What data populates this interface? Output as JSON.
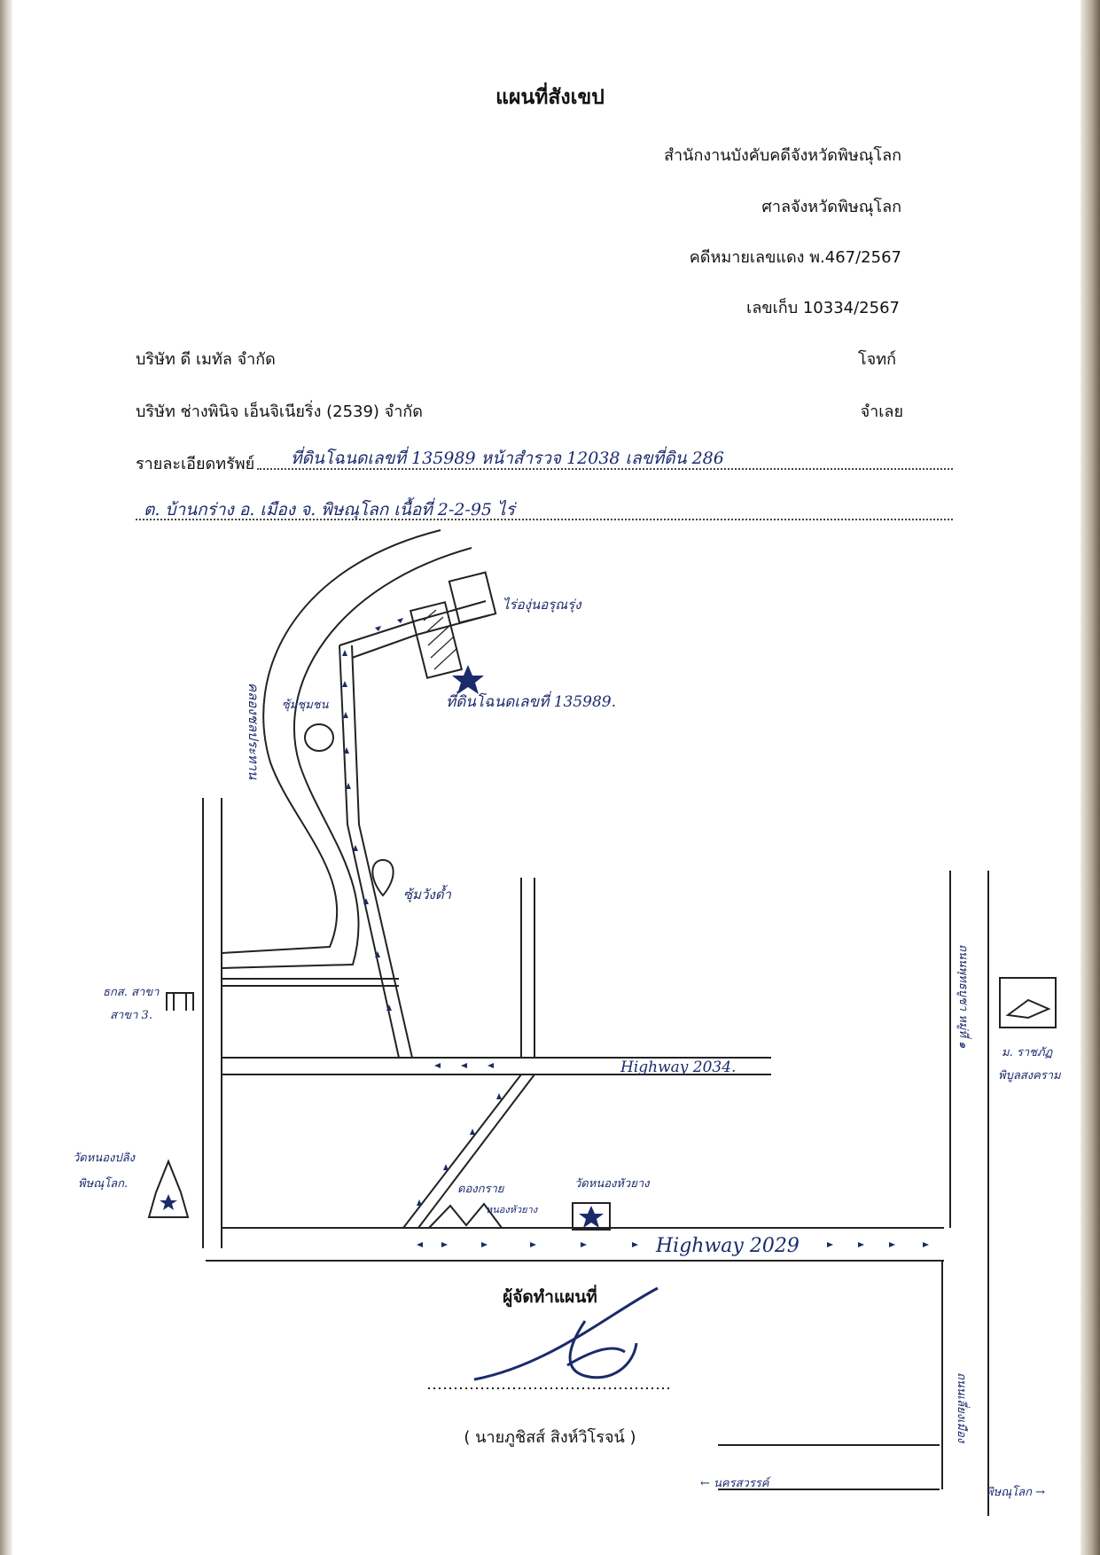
{
  "header": {
    "title": "แผนที่สังเขป",
    "office": "สำนักงานบังคับคดีจังหวัดพิษณุโลก",
    "court": "ศาลจังหวัดพิษณุโลก",
    "case_red": "คดีหมายเลขแดง พ.467/2567",
    "file_no": "เลขเก็บ 10334/2567"
  },
  "parties": {
    "plaintiff_name": "บริษัท ดี เมทัล จำกัด",
    "plaintiff_role": "โจทก์",
    "defendant_name": "บริษัท ช่างพินิจ เอ็นจิเนียริ่ง (2539)  จำกัด",
    "defendant_role": "จำเลย"
  },
  "property": {
    "label": "รายละเอียดทรัพย์",
    "line1": "ที่ดินโฉนดเลขที่  135989   หน้าสำรวจ  12038   เลขที่ดิน  286",
    "line2": "ต. บ้านกร่าง   อ. เมือง   จ. พิษณุโลก      เนื้อที่    2-2-95 ไร่"
  },
  "map": {
    "land_label": "ที่ดินโฉนดเลขที่ 135989.",
    "vineyard": "ไร่องุ่นอรุณรุ่ง",
    "canal": "คลองชลประทาน",
    "community_gate": "ซุ้มชุมชน",
    "gate_wangdam": "ซุ้มวังด้ำ",
    "bank_line1": "ธกส. สาขา",
    "bank_line2": "สาขา 3.",
    "highway_2034": "Highway 2034.",
    "highway_2029": "Highway 2029",
    "temple_plai_line1": "วัดหนองปลิง",
    "temple_plai_line2": "พิษณุโลก.",
    "mountain": "ดองกราย",
    "mountain_sub": "หนองหัวยาง",
    "temple_hua_yang": "วัดหนองหัวยาง",
    "university_line1": "ม. ราชภัฏ",
    "university_line2": "พิบูลสงคราม",
    "road_side": "ถนนพุทธบูชา หมู่ที่ ๑",
    "road_bottom": "ถนนเลี่ยงเมือง",
    "arrow_left": "← นครสวรรค์",
    "arrow_right": "พิษณุโลก →",
    "colors": {
      "ink": "#1b2a6b",
      "line": "#222222"
    }
  },
  "footer": {
    "maker_label": "ผู้จัดทำแผนที่",
    "signer": "( นายภูชิสส์ สิงห์วิโรจน์ )"
  }
}
